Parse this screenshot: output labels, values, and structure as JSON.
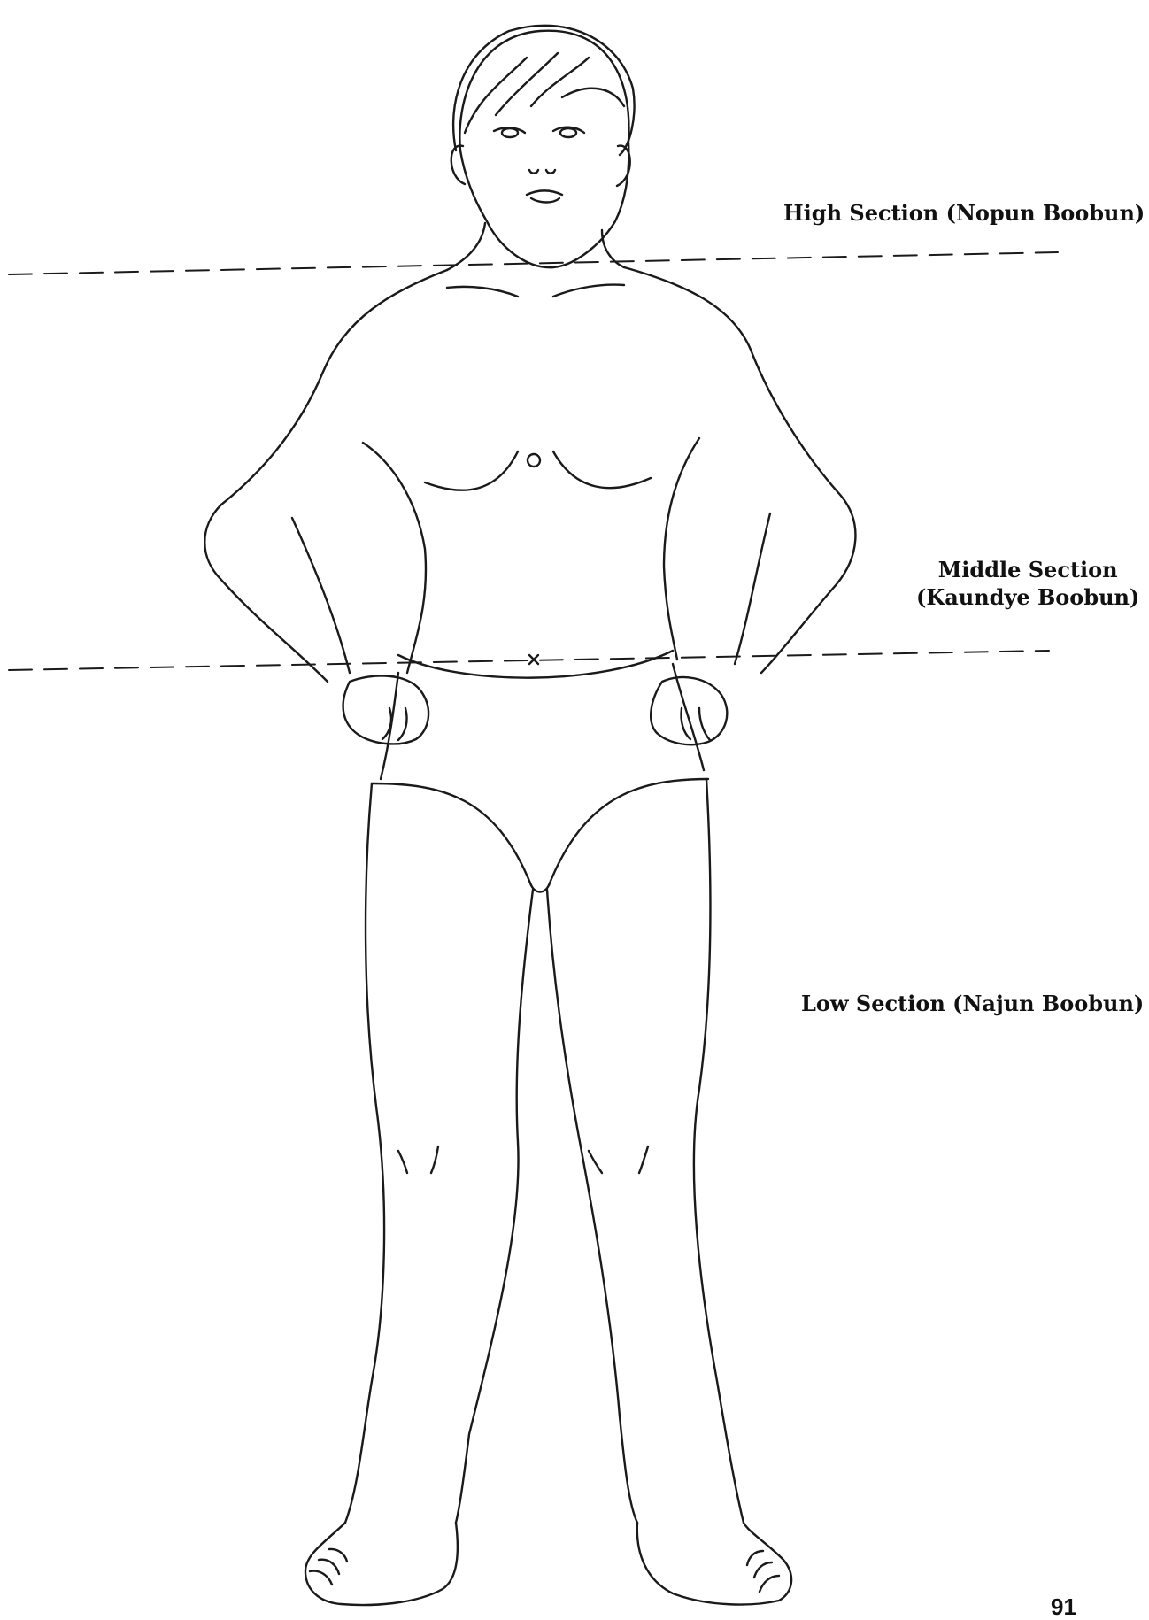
{
  "sections": {
    "high": {
      "line1": "High Section (Nopun Boobun)"
    },
    "middle": {
      "line1": "Middle Section",
      "line2": "(Kaundye Boobun)"
    },
    "low": {
      "line1": "Low Section (Najun Boobun)"
    }
  },
  "page_number": "91"
}
